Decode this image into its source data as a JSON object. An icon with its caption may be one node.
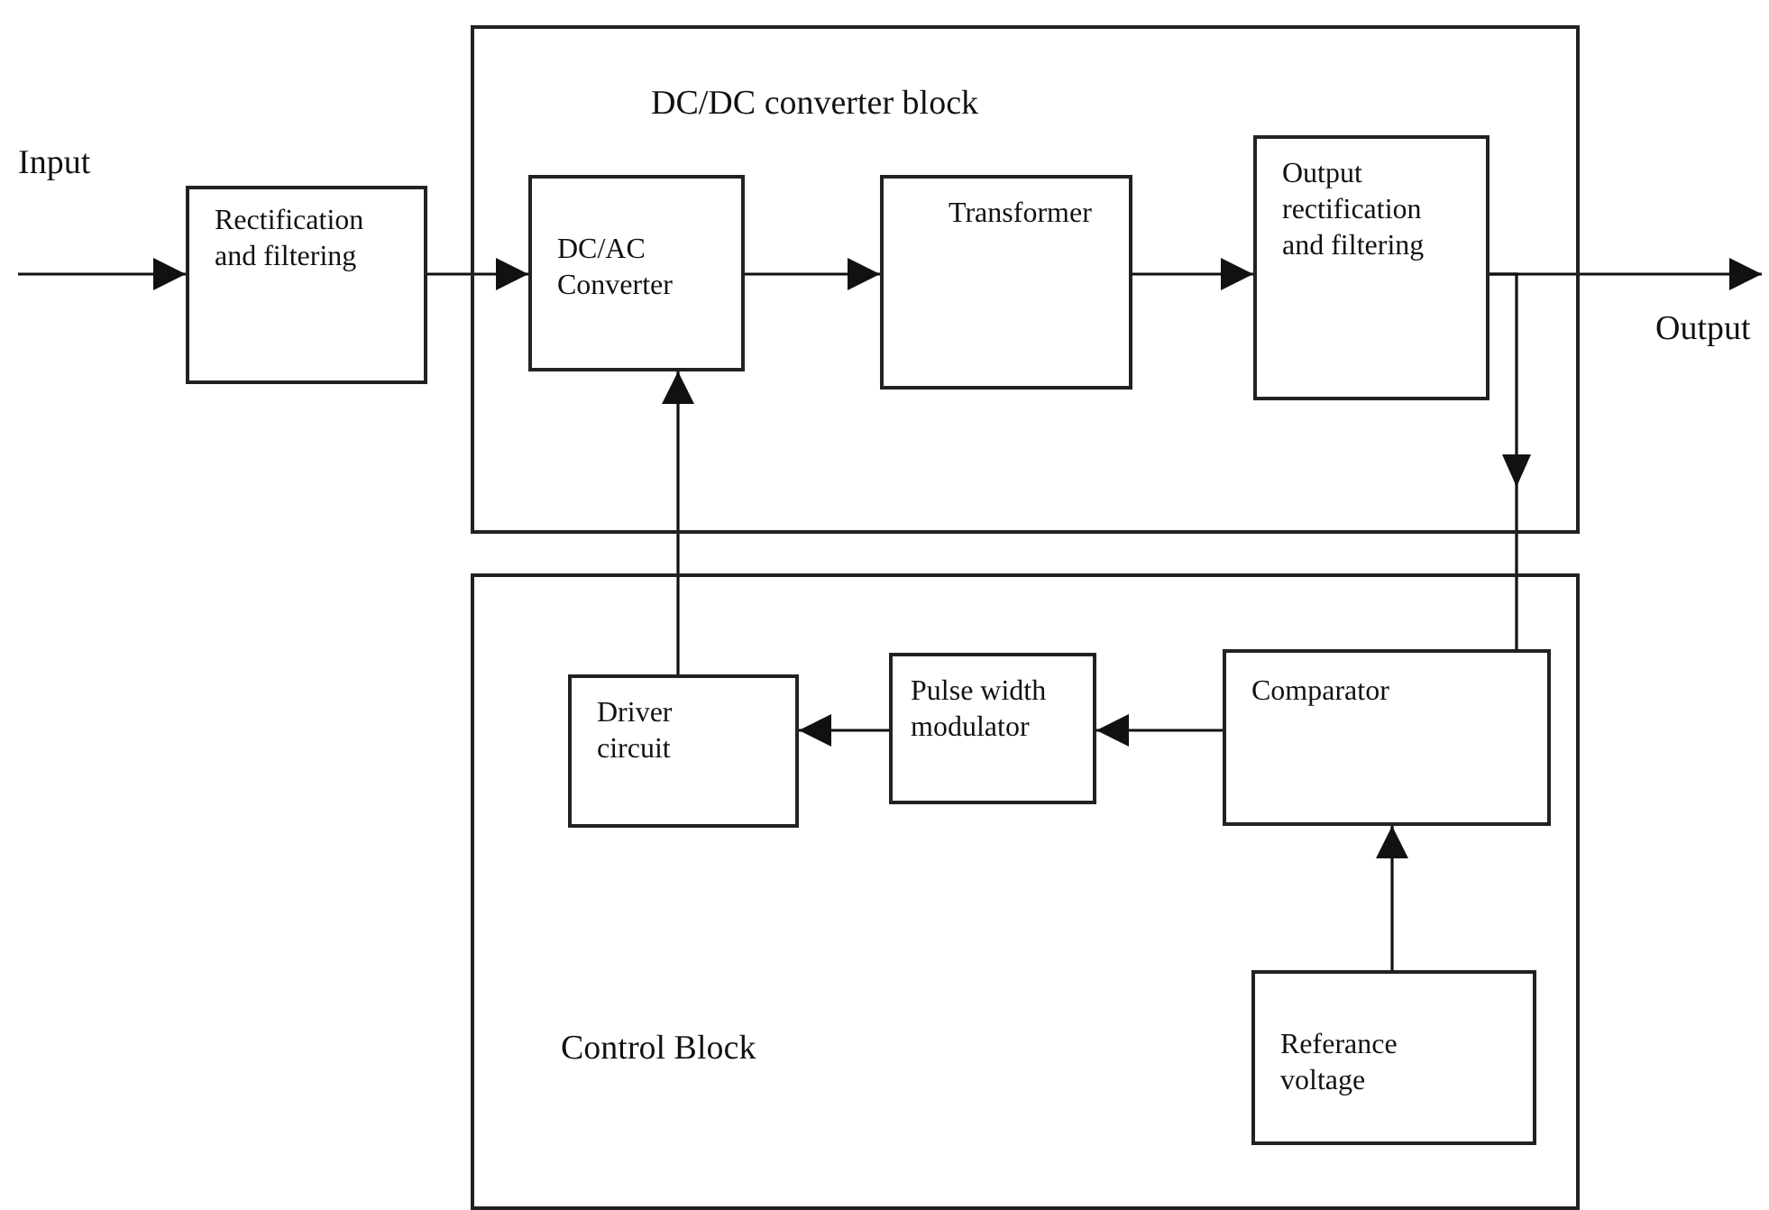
{
  "diagram": {
    "nodes": [
      {
        "text": [
          "Rectification and filtering"
        ]
      },
      {
        "text": [
          "DC/DC converter block"
        ]
      },
      {
        "text": [
          "DC/AC Converter"
        ],
        "in": 1
      },
      {
        "text": [
          "Transformer"
        ],
        "in": 1
      },
      {
        "text": [
          "Output rectification and filtering"
        ],
        "in": 1
      },
      {
        "text": [
          "Control Block"
        ]
      },
      {
        "text": [
          "Driver circuit"
        ],
        "in": 5
      },
      {
        "text": [
          "Pulse width modulator"
        ],
        "in": 5
      },
      {
        "text": [
          "Comparator"
        ],
        "in": 5
      },
      {
        "text": [
          "Referance voltage"
        ],
        "in": 5
      }
    ],
    "edges": [
      {
        "from": null,
        "to": 0,
        "arrow": "to"
      },
      {
        "from": 0,
        "to": 2,
        "arrow": "to"
      },
      {
        "from": 2,
        "to": 3,
        "arrow": "to"
      },
      {
        "from": 3,
        "to": 4,
        "arrow": "to"
      },
      {
        "from": 4,
        "to": null,
        "arrow": "to"
      },
      {
        "from": 4,
        "to": 8,
        "arrow": "to"
      },
      {
        "from": 8,
        "to": 7,
        "arrow": "to"
      },
      {
        "from": 7,
        "to": 6,
        "arrow": "to"
      },
      {
        "from": 6,
        "to": 2,
        "arrow": "to"
      },
      {
        "from": 9,
        "to": 8,
        "arrow": "to"
      }
    ],
    "labels": [
      "Input",
      "Output"
    ]
  }
}
